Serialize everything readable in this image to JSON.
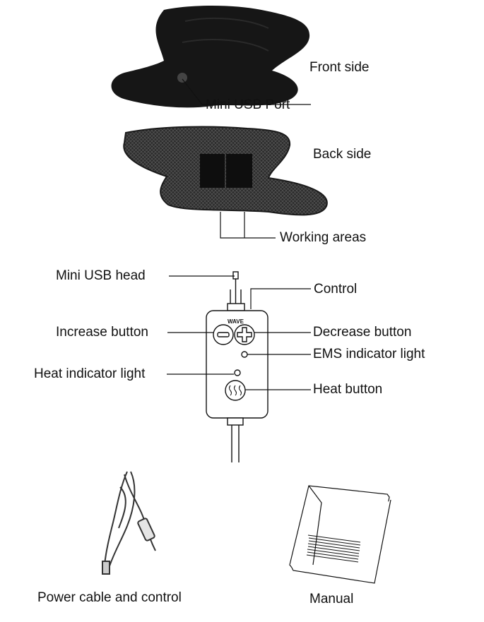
{
  "labels": {
    "front_side": "Front side",
    "mini_usb_port": "Mini USB Port",
    "back_side": "Back side",
    "working_areas": "Working areas",
    "mini_usb_head": "Mini USB head",
    "control": "Control",
    "increase_button": "Increase button",
    "decrease_button": "Decrease button",
    "ems_indicator_light": "EMS indicator light",
    "heat_indicator_light": "Heat indicator light",
    "heat_button": "Heat button",
    "power_cable_and_control": "Power cable and control",
    "manual": "Manual"
  },
  "controller": {
    "brand": "WAVE"
  },
  "colors": {
    "pad": "#1a1a1a",
    "mesh": "#3a3a3a",
    "line": "#111111"
  }
}
